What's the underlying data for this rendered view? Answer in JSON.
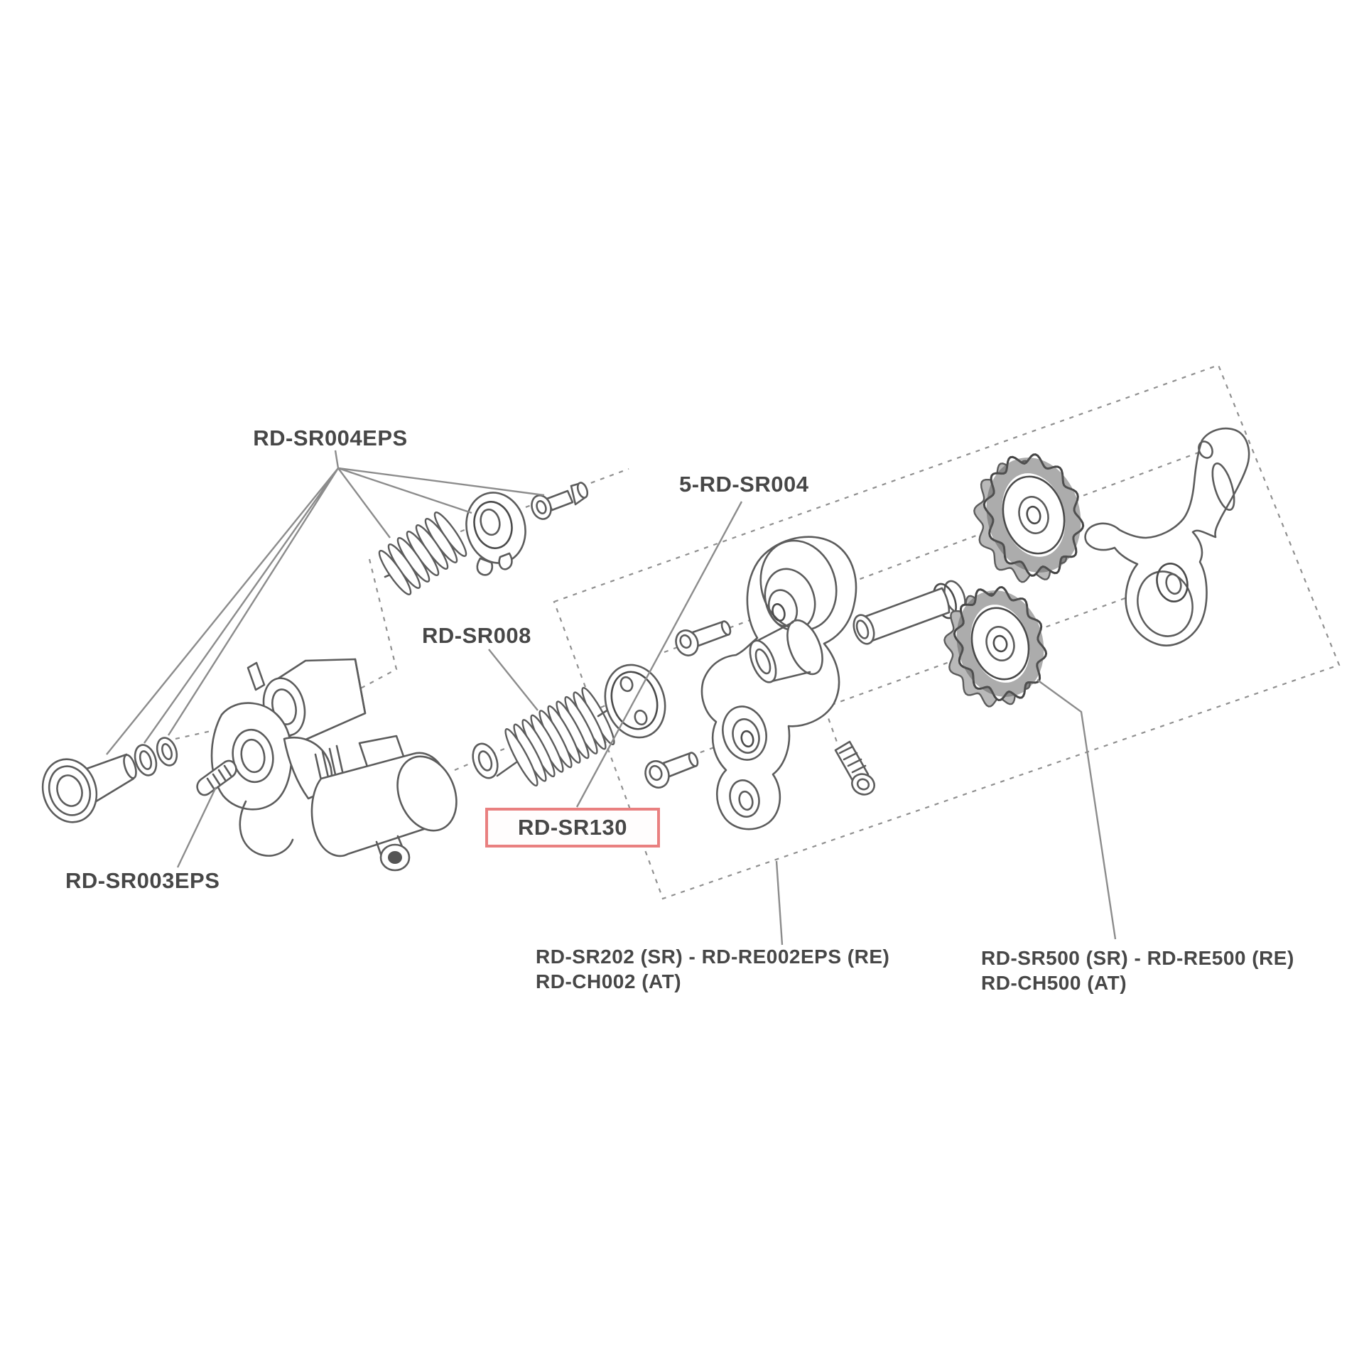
{
  "colors": {
    "accent_red": "#e98080",
    "ink": "#5c5c5c",
    "background": "#ffffff",
    "label_text": "#474747"
  },
  "labels": {
    "sr004eps": "RD-SR004EPS",
    "five_sr004": "5-RD-SR004",
    "sr008": "RD-SR008",
    "sr130": "RD-SR130",
    "sr003eps": "RD-SR003EPS",
    "cage_group_line1": "RD-SR202 (SR) - RD-RE002EPS (RE)",
    "cage_group_line2": "RD-CH002 (AT)",
    "pulley_group_line1": "RD-SR500 (SR) - RD-RE500 (RE)",
    "pulley_group_line2": "RD-CH500 (AT)"
  }
}
